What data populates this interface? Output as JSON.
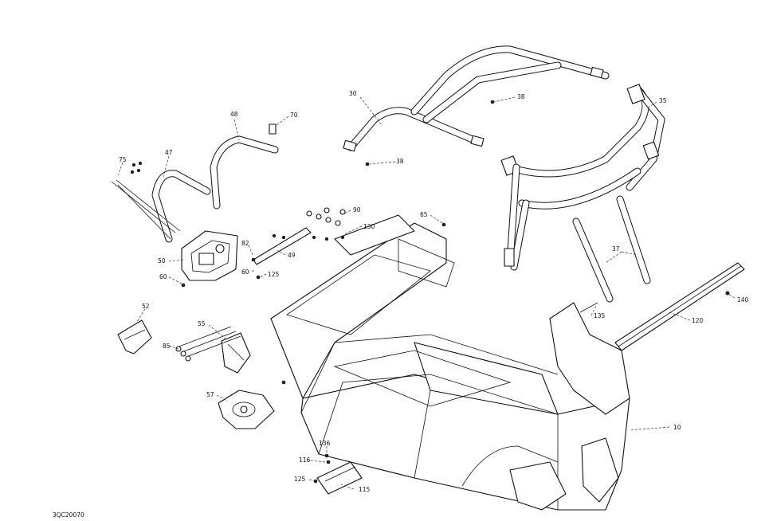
{
  "diagram": {
    "reference_code": "3QC20070",
    "callouts": [
      {
        "id": "c10",
        "text": "10"
      },
      {
        "id": "c30",
        "text": "30"
      },
      {
        "id": "c35",
        "text": "35"
      },
      {
        "id": "c37",
        "text": "37"
      },
      {
        "id": "c38a",
        "text": "38"
      },
      {
        "id": "c38b",
        "text": "38"
      },
      {
        "id": "c47",
        "text": "47"
      },
      {
        "id": "c48",
        "text": "48"
      },
      {
        "id": "c49",
        "text": "49"
      },
      {
        "id": "c50",
        "text": "50"
      },
      {
        "id": "c52",
        "text": "52"
      },
      {
        "id": "c55",
        "text": "55"
      },
      {
        "id": "c57",
        "text": "57"
      },
      {
        "id": "c60a",
        "text": "60"
      },
      {
        "id": "c60b",
        "text": "60"
      },
      {
        "id": "c65",
        "text": "65"
      },
      {
        "id": "c70",
        "text": "70"
      },
      {
        "id": "c75",
        "text": "75"
      },
      {
        "id": "c82",
        "text": "82"
      },
      {
        "id": "c85",
        "text": "85"
      },
      {
        "id": "c90",
        "text": "90"
      },
      {
        "id": "c115",
        "text": "115"
      },
      {
        "id": "c116",
        "text": "116"
      },
      {
        "id": "c120",
        "text": "120"
      },
      {
        "id": "c125a",
        "text": "125"
      },
      {
        "id": "c125b",
        "text": "125"
      },
      {
        "id": "c130",
        "text": "130"
      },
      {
        "id": "c135",
        "text": "135"
      },
      {
        "id": "c136",
        "text": "136"
      },
      {
        "id": "c140",
        "text": "140"
      }
    ]
  }
}
